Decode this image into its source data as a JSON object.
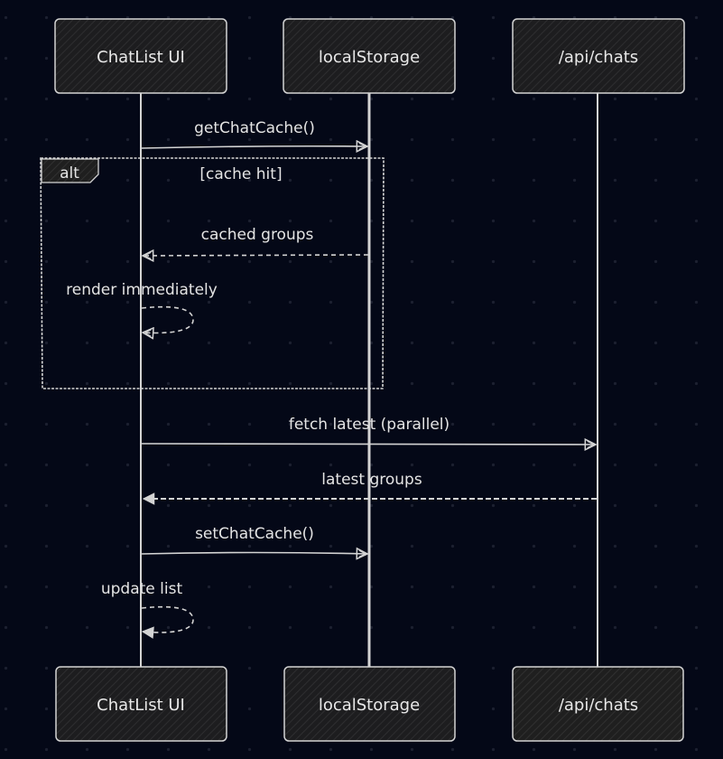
{
  "diagram": {
    "type": "sequence",
    "theme": {
      "background": "#040817",
      "line": "#d4d4d4",
      "text": "#e4e4e4",
      "box_fill": "#1f1f1f"
    },
    "participants": [
      {
        "id": "ui",
        "label": "ChatList UI"
      },
      {
        "id": "ls",
        "label": "localStorage"
      },
      {
        "id": "api",
        "label": "/api/chats"
      }
    ],
    "messages": [
      {
        "from": "ui",
        "to": "ls",
        "label": "getChatCache()",
        "style": "solid"
      },
      {
        "from": "ls",
        "to": "ui",
        "label": "cached groups",
        "style": "dashed"
      },
      {
        "from": "ui",
        "to": "ui",
        "label": "render immediately",
        "style": "dashed",
        "self": true
      },
      {
        "from": "ui",
        "to": "api",
        "label": "fetch latest (parallel)",
        "style": "solid"
      },
      {
        "from": "api",
        "to": "ui",
        "label": "latest groups",
        "style": "dashed"
      },
      {
        "from": "ui",
        "to": "ls",
        "label": "setChatCache()",
        "style": "solid"
      },
      {
        "from": "ui",
        "to": "ui",
        "label": "update list",
        "style": "dashed",
        "self": true
      }
    ],
    "fragment": {
      "kind": "alt",
      "condition": "[cache hit]"
    }
  }
}
